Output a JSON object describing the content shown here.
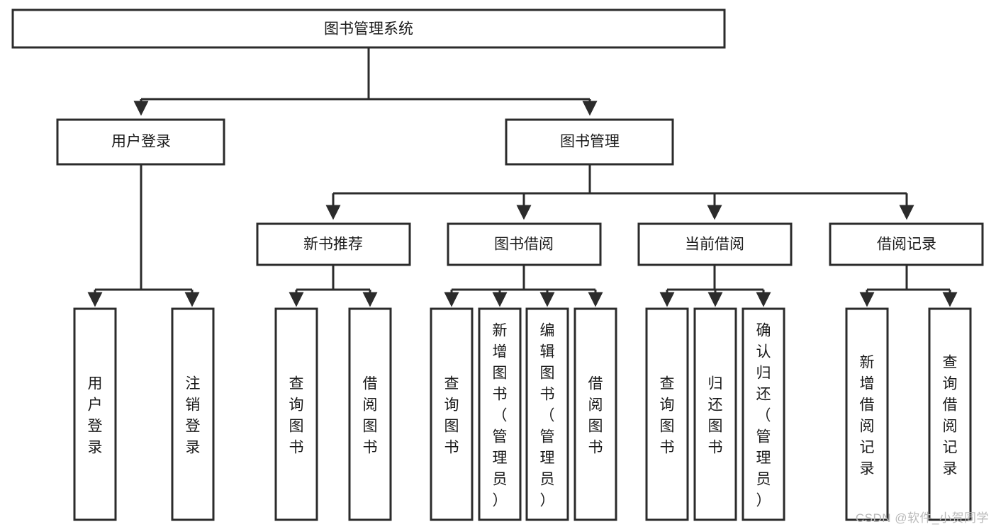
{
  "diagram": {
    "type": "tree",
    "title": "图书管理系统",
    "orientation": "top-down",
    "levels": 4,
    "colors": {
      "box_fill": "#ffffff",
      "box_stroke": "#2b2b2b",
      "text": "#1a1a1a",
      "watermark": "#b9b9b9"
    },
    "root": {
      "label": "图书管理系统"
    },
    "level2": [
      {
        "id": "user-login",
        "label": "用户登录"
      },
      {
        "id": "book-manage",
        "label": "图书管理"
      }
    ],
    "level3": [
      {
        "id": "new-book-recommend",
        "label": "新书推荐",
        "parent": "book-manage"
      },
      {
        "id": "book-borrow",
        "label": "图书借阅",
        "parent": "book-manage"
      },
      {
        "id": "current-borrow",
        "label": "当前借阅",
        "parent": "book-manage"
      },
      {
        "id": "borrow-record",
        "label": "借阅记录",
        "parent": "book-manage"
      }
    ],
    "leaves": {
      "user-login": [
        {
          "id": "leaf-user-login",
          "label": "用户登录"
        },
        {
          "id": "leaf-logout-login",
          "label": "注销登录"
        }
      ],
      "new-book-recommend": [
        {
          "id": "leaf-query-book-1",
          "label": "查询图书"
        },
        {
          "id": "leaf-borrow-book-1",
          "label": "借阅图书"
        }
      ],
      "book-borrow": [
        {
          "id": "leaf-query-book-2",
          "label": "查询图书"
        },
        {
          "id": "leaf-add-book",
          "label": "新增图书（管理员）"
        },
        {
          "id": "leaf-edit-book",
          "label": "编辑图书（管理员）"
        },
        {
          "id": "leaf-borrow-book-2",
          "label": "借阅图书"
        }
      ],
      "current-borrow": [
        {
          "id": "leaf-query-book-3",
          "label": "查询图书"
        },
        {
          "id": "leaf-return-book",
          "label": "归还图书"
        },
        {
          "id": "leaf-confirm-return",
          "label": "确认归还（管理员）"
        }
      ],
      "borrow-record": [
        {
          "id": "leaf-add-record",
          "label": "新增借阅记录"
        },
        {
          "id": "leaf-query-record",
          "label": "查询借阅记录"
        }
      ]
    }
  },
  "watermark": {
    "text": "CSDN @软件_小贺同学"
  }
}
